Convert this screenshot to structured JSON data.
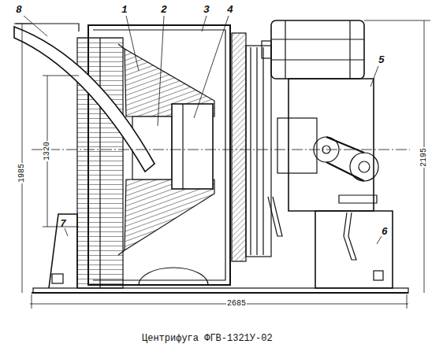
{
  "diagram": {
    "caption": "Центрифуга ФГВ-1321У-02",
    "labels": [
      "8",
      "1",
      "2",
      "3",
      "4",
      "5",
      "6",
      "7",
      "1985",
      "1320",
      "2195",
      "2685"
    ]
  }
}
